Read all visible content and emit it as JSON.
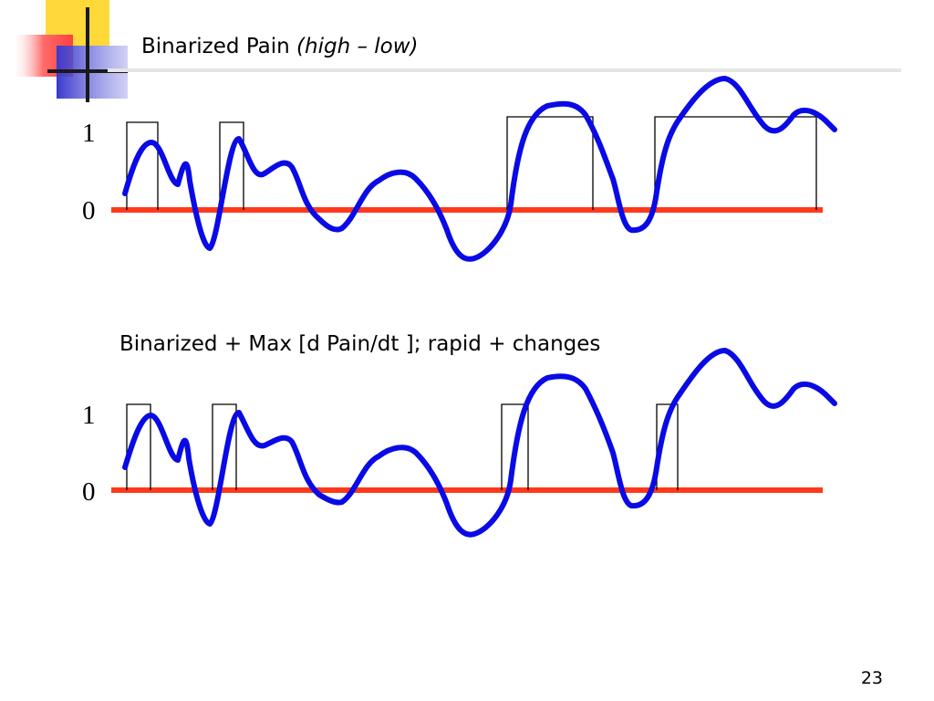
{
  "slide": {
    "title_main": "Binarized Pain",
    "title_italic": "(high – low)",
    "subtitle": "Binarized + Max [d Pain/dt ]; rapid + changes",
    "y_tick_high": "1",
    "y_tick_low": "0",
    "page_number": "23"
  },
  "colors": {
    "signal": "#0a0ae6",
    "baseline": "#ff3a1a",
    "pulse": "#000000",
    "logo_yellow": "#ffd83a",
    "logo_red": "#ff5a5a",
    "logo_blue": "#3a3acc"
  }
}
